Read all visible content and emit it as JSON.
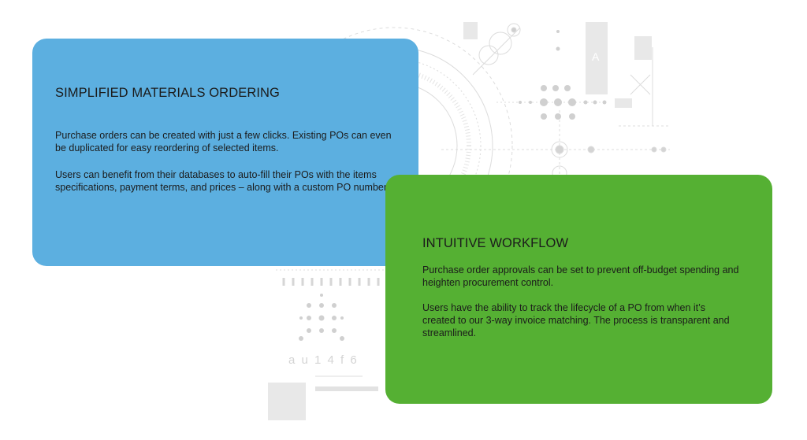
{
  "colors": {
    "card_blue": "#5cafe0",
    "card_green": "#55b033",
    "background": "#ffffff",
    "decor_gray": "#d6d6d6"
  },
  "decor": {
    "letter": "A",
    "code_text": "a u 1 4 f 6"
  },
  "cards": [
    {
      "title": "SIMPLIFIED MATERIALS ORDERING",
      "paragraphs": [
        "Purchase orders can be created with just a few clicks. Existing POs can even be duplicated for easy reordering of selected items.",
        "Users can benefit from their databases to auto-fill their POs with the items specifications, payment terms, and prices – along with a custom PO number."
      ]
    },
    {
      "title": "INTUITIVE WORKFLOW",
      "paragraphs": [
        "Purchase order approvals can be set to prevent off-budget spending and heighten procurement control.",
        "Users have the ability to track the lifecycle of a PO from when it’s created to our 3-way invoice matching. The process is transparent and streamlined."
      ]
    }
  ]
}
